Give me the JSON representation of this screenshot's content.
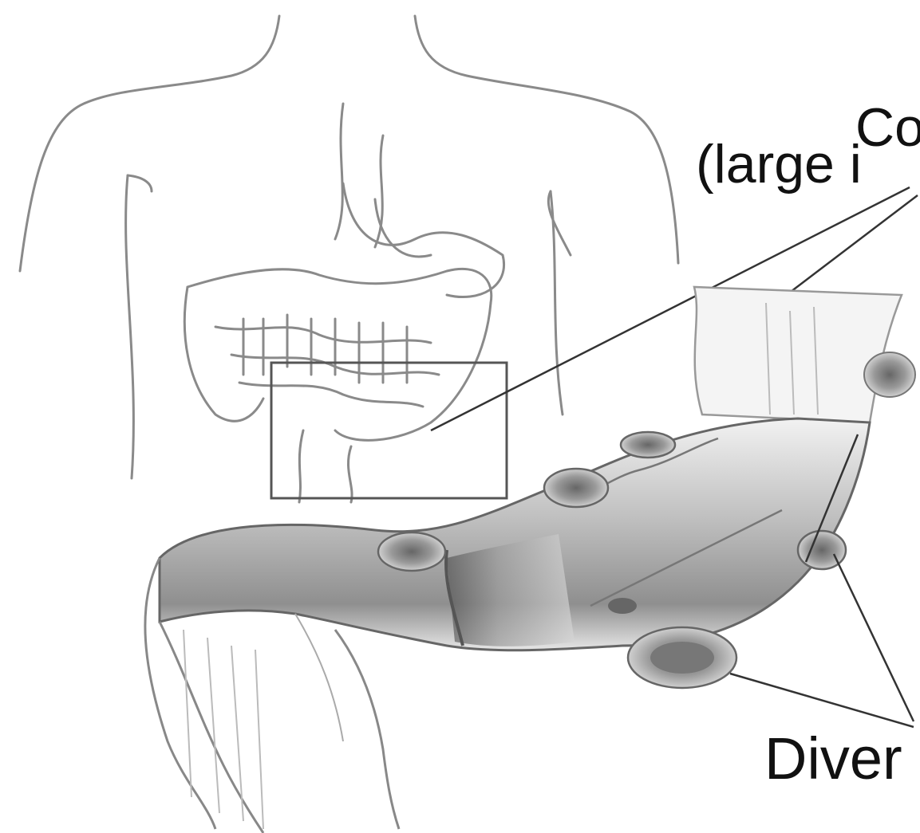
{
  "labels": {
    "colon_line1": "Co",
    "colon_line2": "(large i",
    "diverticula": "Diver"
  },
  "colors": {
    "background": "#ffffff",
    "ink": "#1a1a1a",
    "outline": "#777777",
    "shading": "#9a9a9a"
  }
}
